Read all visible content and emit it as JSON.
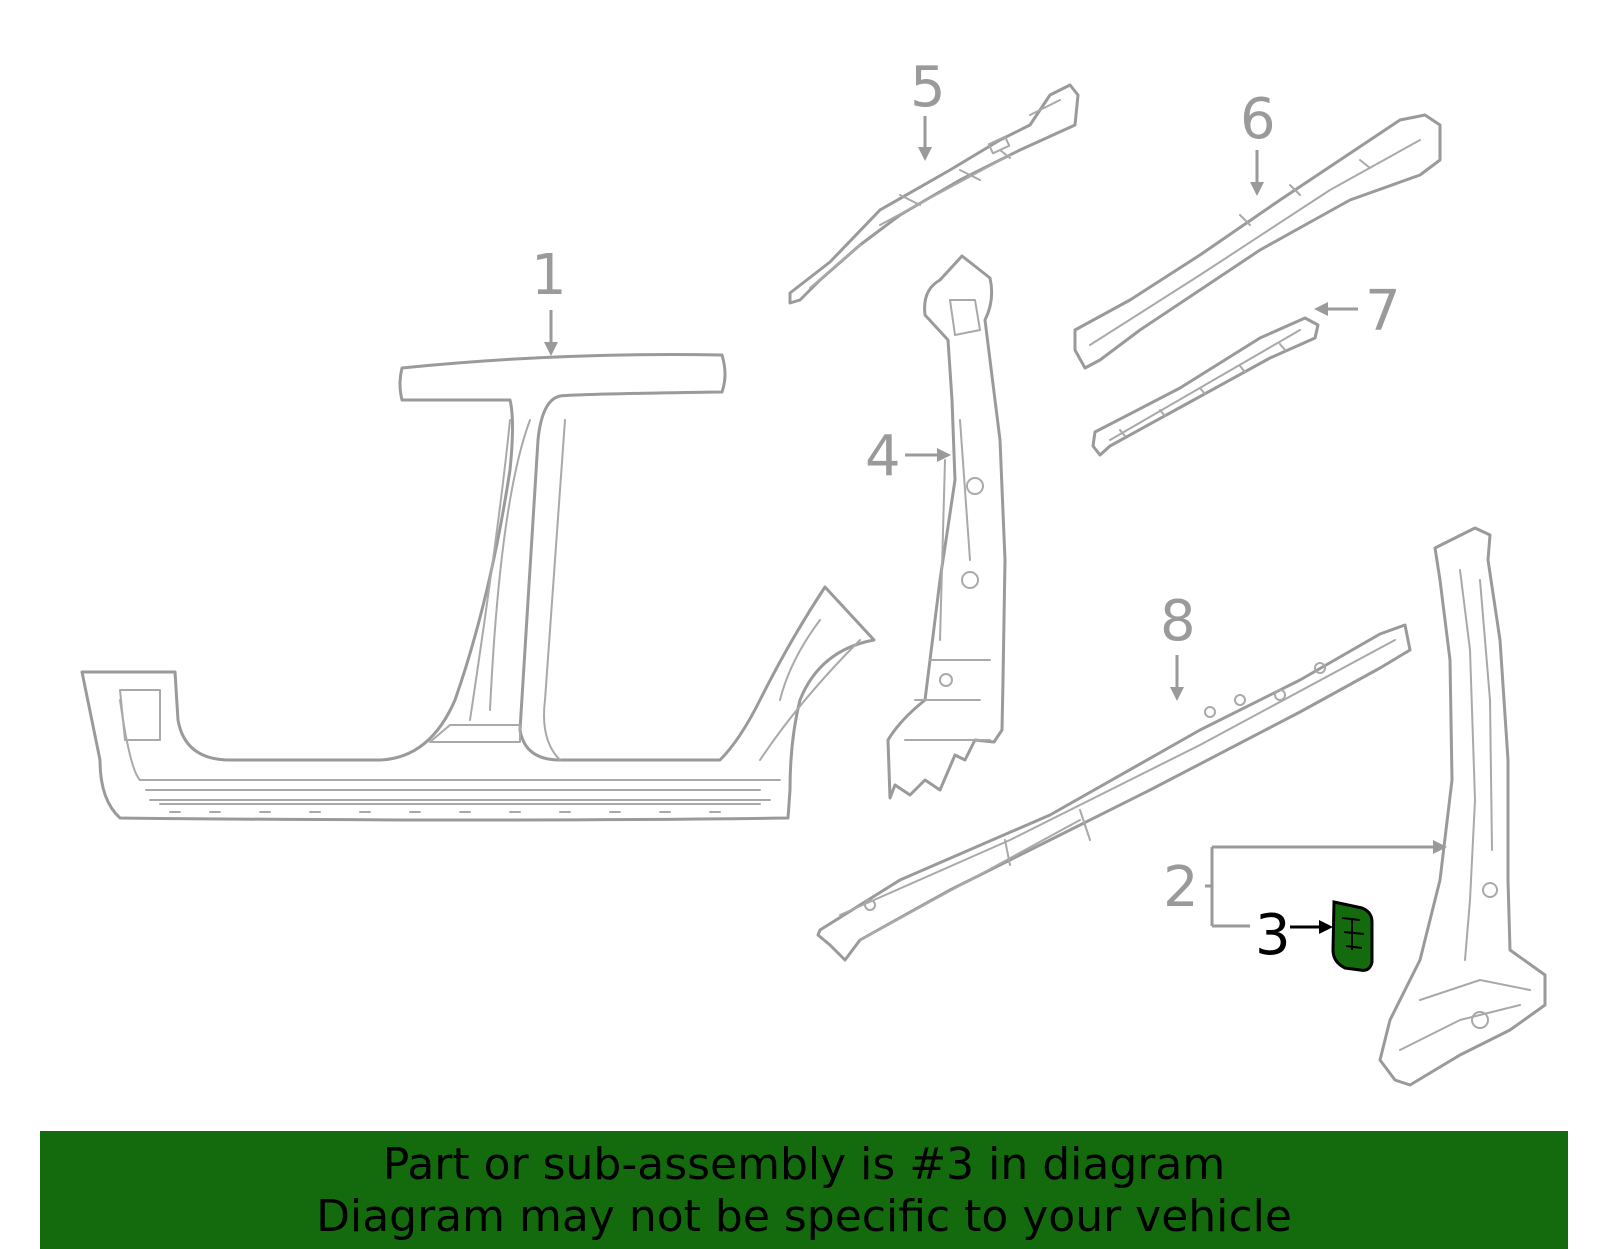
{
  "callouts": {
    "c1": "1",
    "c2": "2",
    "c3": "3",
    "c4": "4",
    "c5": "5",
    "c6": "6",
    "c7": "7",
    "c8": "8"
  },
  "colors": {
    "highlight": "#146b0e",
    "part_stroke": "#9a9a9a",
    "banner_bg": "#146b0e"
  },
  "banner": {
    "line1": "Part or sub-assembly is #3 in diagram",
    "line2": "Diagram may not be specific to your vehicle"
  }
}
